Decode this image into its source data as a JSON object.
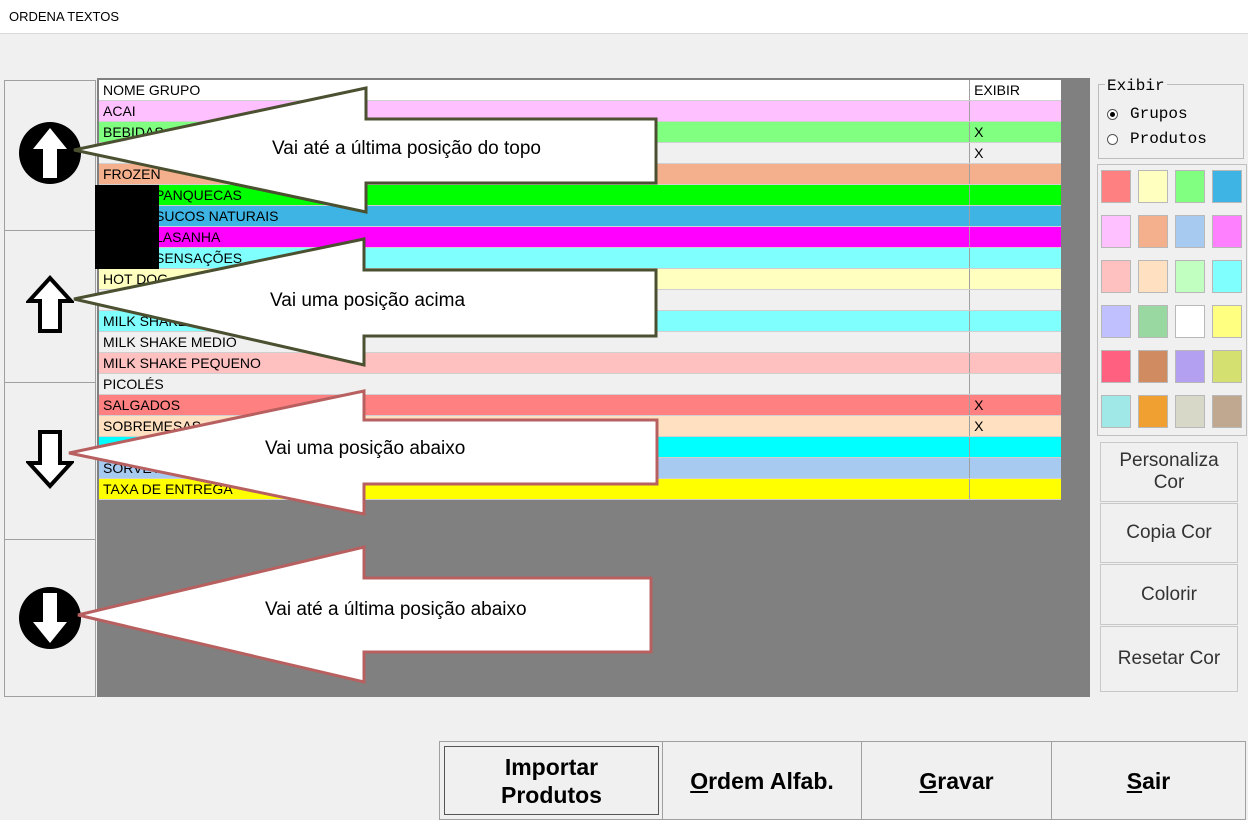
{
  "window": {
    "title": "ORDENA TEXTOS"
  },
  "grid": {
    "headers": {
      "name": "NOME GRUPO",
      "show": "EXIBIR"
    },
    "rows": [
      {
        "name": "ACAI",
        "show": "",
        "color": "#ffc0ff"
      },
      {
        "name": "BEBIDAS",
        "show": "X",
        "color": "#80ff80"
      },
      {
        "name": "",
        "show": "X",
        "color": "#f0f0f0"
      },
      {
        "name": "FROZEN",
        "show": "",
        "color": "#f4b08c"
      },
      {
        "name": "PANQUECAS",
        "show": "",
        "color": "#00ff00"
      },
      {
        "name": "SUCOS NATURAIS",
        "show": "",
        "color": "#3eb4e4"
      },
      {
        "name": "LASANHA",
        "show": "",
        "color": "#ff00ff"
      },
      {
        "name": "SENSAÇÕES",
        "show": "",
        "color": "#80ffff"
      },
      {
        "name": "HOT DOG",
        "show": "",
        "color": "#ffffc0"
      },
      {
        "name": "",
        "show": "",
        "color": "#f0f0f0"
      },
      {
        "name": "MILK SHAKE",
        "show": "",
        "color": "#80ffff"
      },
      {
        "name": "MILK SHAKE MEDIO",
        "show": "",
        "color": "#f0f0f0"
      },
      {
        "name": "MILK SHAKE PEQUENO",
        "show": "",
        "color": "#ffc0c0"
      },
      {
        "name": "PICOLÉS",
        "show": "",
        "color": "#f0f0f0"
      },
      {
        "name": "SALGADOS",
        "show": "X",
        "color": "#ff8080"
      },
      {
        "name": "SOBREMESAS",
        "show": "X",
        "color": "#ffe0c0"
      },
      {
        "name": "",
        "show": "",
        "color": "#00ffff"
      },
      {
        "name": "SORVETES",
        "show": "",
        "color": "#a6caf0"
      },
      {
        "name": "TAXA DE ENTREGA",
        "show": "",
        "color": "#ffff00"
      }
    ]
  },
  "callouts": {
    "top": "Vai até a última posição do topo",
    "up": "Vai uma posição acima",
    "down": "Vai uma posição abaixo",
    "bottom": "Vai até a última posição abaixo"
  },
  "exibir": {
    "legend": "Exibir",
    "options": [
      {
        "label": "Grupos",
        "checked": true
      },
      {
        "label": "Produtos",
        "checked": false
      }
    ]
  },
  "palette": [
    "#ff8080",
    "#ffffc0",
    "#80ff80",
    "#3eb4e4",
    "#ffc0ff",
    "#f4b08c",
    "#a6caf0",
    "#ff80ff",
    "#ffc0c0",
    "#ffe0c0",
    "#c0ffc0",
    "#80ffff",
    "#c0c0ff",
    "#99d8a0",
    "#ffffff",
    "#ffff80",
    "#ff6080",
    "#d08c60",
    "#b4a0f0",
    "#d4e070",
    "#a0e8e8",
    "#f0a030",
    "#d8d8c8",
    "#c0a890"
  ],
  "color_actions": {
    "personaliza": "Personaliza Cor",
    "copia": "Copia Cor",
    "colorir": "Colorir",
    "resetar": "Resetar Cor"
  },
  "bottom_buttons": {
    "importar_line1": "Importar",
    "importar_line2": "Produtos",
    "ordem_key": "O",
    "ordem_rest": "rdem Alfab.",
    "gravar_key": "G",
    "gravar_rest": "ravar",
    "sair_key": "S",
    "sair_rest": "air"
  },
  "icons": {
    "top": "arrow-up-circle-icon",
    "up": "arrow-up-outline-icon",
    "down": "arrow-down-outline-icon",
    "bottom": "arrow-down-circle-icon"
  }
}
